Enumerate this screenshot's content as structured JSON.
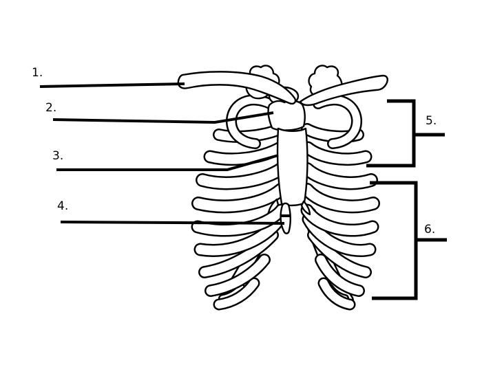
{
  "diagram": {
    "background_color": "#ffffff",
    "line_color": "#000000",
    "labels": [
      {
        "text": "1."
      },
      {
        "text": "2."
      },
      {
        "text": "3."
      },
      {
        "text": "4."
      },
      {
        "text": "5."
      },
      {
        "text": "6."
      }
    ]
  }
}
